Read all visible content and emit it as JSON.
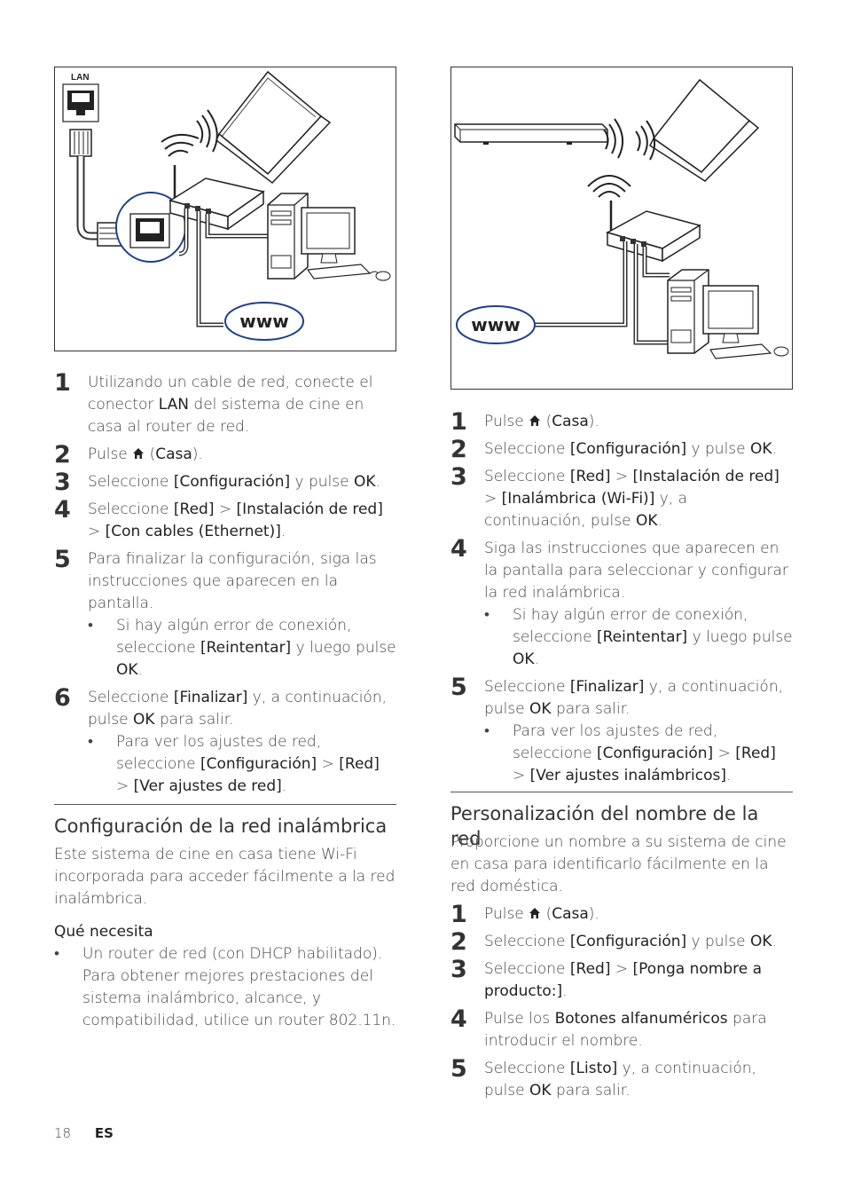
{
  "left": {
    "figure": {
      "lan_label": "LAN",
      "www_label": "www"
    },
    "steps": [
      {
        "n": "1",
        "parts": [
          [
            "t",
            "Utilizando un cable de red, conecte el conector "
          ],
          [
            "b",
            "LAN"
          ],
          [
            "t",
            " del sistema de cine en casa al router de red."
          ]
        ]
      },
      {
        "n": "2",
        "parts": [
          [
            "t",
            "Pulse "
          ],
          [
            "home",
            ""
          ],
          [
            "t",
            " ("
          ],
          [
            "b",
            "Casa"
          ],
          [
            "t",
            ")."
          ]
        ]
      },
      {
        "n": "3",
        "parts": [
          [
            "t",
            "Seleccione "
          ],
          [
            "b",
            "[Configuración]"
          ],
          [
            "t",
            " y pulse "
          ],
          [
            "b",
            "OK"
          ],
          [
            "t",
            "."
          ]
        ]
      },
      {
        "n": "4",
        "parts": [
          [
            "t",
            "Seleccione "
          ],
          [
            "b",
            "[Red]"
          ],
          [
            "t",
            " > "
          ],
          [
            "b",
            "[Instalación de red]"
          ],
          [
            "t",
            " > "
          ],
          [
            "b",
            "[Con cables (Ethernet)]"
          ],
          [
            "t",
            "."
          ]
        ]
      },
      {
        "n": "5",
        "parts": [
          [
            "t",
            "Para finalizar la configuración, siga las instrucciones que aparecen en la pantalla."
          ]
        ],
        "bullets": [
          [
            [
              "t",
              "Si hay algún error de conexión, seleccione "
            ],
            [
              "b",
              "[Reintentar]"
            ],
            [
              "t",
              " y luego pulse "
            ],
            [
              "b",
              "OK"
            ],
            [
              "t",
              "."
            ]
          ]
        ]
      },
      {
        "n": "6",
        "parts": [
          [
            "t",
            "Seleccione "
          ],
          [
            "b",
            "[Finalizar]"
          ],
          [
            "t",
            " y, a continuación, pulse "
          ],
          [
            "b",
            "OK"
          ],
          [
            "t",
            " para salir."
          ]
        ],
        "bullets": [
          [
            [
              "t",
              "Para ver los ajustes de red, seleccione "
            ],
            [
              "b",
              "[Configuración]"
            ],
            [
              "t",
              " > "
            ],
            [
              "b",
              "[Red]"
            ],
            [
              "t",
              " > "
            ],
            [
              "b",
              "[Ver ajustes de red]"
            ],
            [
              "t",
              "."
            ]
          ]
        ]
      }
    ],
    "section_title": "Configuración de la red inalámbrica",
    "section_text": "Este sistema de cine en casa tiene Wi-Fi incorporada para acceder fácilmente a la red inalámbrica.",
    "needs_title": "Qué necesita",
    "needs_bullets": [
      [
        [
          "t",
          "Un router de red (con DHCP habilitado). Para obtener mejores prestaciones del sistema inalámbrico, alcance, y compatibilidad, utilice un router 802.11n."
        ]
      ]
    ]
  },
  "right": {
    "figure": {
      "www_label": "www"
    },
    "steps": [
      {
        "n": "1",
        "parts": [
          [
            "t",
            "Pulse "
          ],
          [
            "home",
            ""
          ],
          [
            "t",
            " ("
          ],
          [
            "b",
            "Casa"
          ],
          [
            "t",
            ")."
          ]
        ]
      },
      {
        "n": "2",
        "parts": [
          [
            "t",
            "Seleccione "
          ],
          [
            "b",
            "[Configuración]"
          ],
          [
            "t",
            " y pulse "
          ],
          [
            "b",
            "OK"
          ],
          [
            "t",
            "."
          ]
        ]
      },
      {
        "n": "3",
        "parts": [
          [
            "t",
            "Seleccione "
          ],
          [
            "b",
            "[Red]"
          ],
          [
            "t",
            " > "
          ],
          [
            "b",
            "[Instalación de red]"
          ],
          [
            "t",
            " > "
          ],
          [
            "b",
            "[Inalámbrica (Wi-Fi)]"
          ],
          [
            "t",
            " y, a continuación, pulse "
          ],
          [
            "b",
            "OK"
          ],
          [
            "t",
            "."
          ]
        ]
      },
      {
        "n": "4",
        "parts": [
          [
            "t",
            "Siga las instrucciones que aparecen en la pantalla para seleccionar y configurar la red inalámbrica."
          ]
        ],
        "bullets": [
          [
            [
              "t",
              "Si hay algún error de conexión, seleccione "
            ],
            [
              "b",
              "[Reintentar]"
            ],
            [
              "t",
              " y luego pulse "
            ],
            [
              "b",
              "OK"
            ],
            [
              "t",
              "."
            ]
          ]
        ]
      },
      {
        "n": "5",
        "parts": [
          [
            "t",
            "Seleccione "
          ],
          [
            "b",
            "[Finalizar]"
          ],
          [
            "t",
            " y, a continuación, pulse "
          ],
          [
            "b",
            "OK"
          ],
          [
            "t",
            " para salir."
          ]
        ],
        "bullets": [
          [
            [
              "t",
              "Para ver los ajustes de red, seleccione "
            ],
            [
              "b",
              "[Configuración]"
            ],
            [
              "t",
              " > "
            ],
            [
              "b",
              "[Red]"
            ],
            [
              "t",
              " > "
            ],
            [
              "b",
              "[Ver ajustes inalámbricos]"
            ],
            [
              "t",
              "."
            ]
          ]
        ]
      }
    ],
    "section_title": "Personalización del nombre de la red",
    "section_text": "Proporcione un nombre a su sistema de cine en casa para identificarlo fácilmente en la red doméstica.",
    "steps2": [
      {
        "n": "1",
        "parts": [
          [
            "t",
            "Pulse "
          ],
          [
            "home",
            ""
          ],
          [
            "t",
            " ("
          ],
          [
            "b",
            "Casa"
          ],
          [
            "t",
            ")."
          ]
        ]
      },
      {
        "n": "2",
        "parts": [
          [
            "t",
            "Seleccione "
          ],
          [
            "b",
            "[Configuración]"
          ],
          [
            "t",
            " y pulse "
          ],
          [
            "b",
            "OK"
          ],
          [
            "t",
            "."
          ]
        ]
      },
      {
        "n": "3",
        "parts": [
          [
            "t",
            "Seleccione "
          ],
          [
            "b",
            "[Red]"
          ],
          [
            "t",
            " > "
          ],
          [
            "b",
            "[Ponga nombre a producto:]"
          ],
          [
            "t",
            "."
          ]
        ]
      },
      {
        "n": "4",
        "parts": [
          [
            "t",
            "Pulse los "
          ],
          [
            "b",
            "Botones alfanuméricos"
          ],
          [
            "t",
            " para introducir el nombre."
          ]
        ]
      },
      {
        "n": "5",
        "parts": [
          [
            "t",
            "Seleccione "
          ],
          [
            "b",
            "[Listo]"
          ],
          [
            "t",
            " y, a continuación, pulse "
          ],
          [
            "b",
            "OK"
          ],
          [
            "t",
            " para salir."
          ]
        ]
      }
    ]
  },
  "footer": {
    "page_number": "18",
    "language": "ES"
  }
}
